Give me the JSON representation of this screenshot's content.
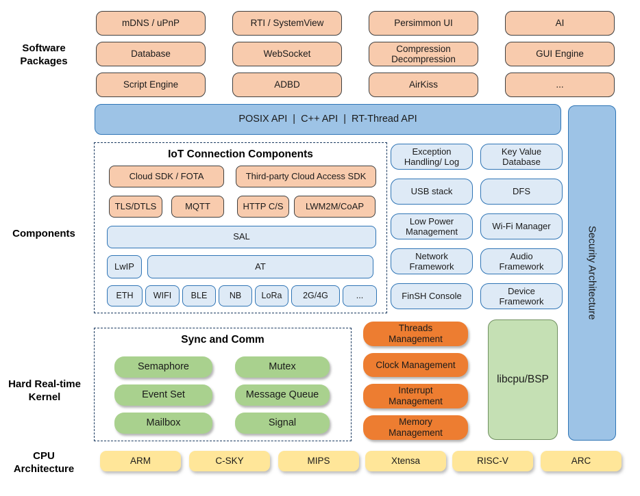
{
  "labels": {
    "software_packages": "Software\nPackages",
    "components": "Components",
    "kernel": "Hard Real-time\nKernel",
    "cpu": "CPU\nArchitecture"
  },
  "software_packages": {
    "items": [
      "mDNS / uPnP",
      "RTI / SystemView",
      "Persimmon UI",
      "AI",
      "Database",
      "WebSocket",
      "Compression\nDecompression",
      "GUI Engine",
      "Script Engine",
      "ADBD",
      "AirKiss",
      "..."
    ]
  },
  "api_bar": {
    "text": "POSIX API  |  C++ API  |  RT-Thread API"
  },
  "iot": {
    "title": "IoT Connection Components",
    "cloud_sdk": "Cloud SDK / FOTA",
    "third_party": "Third-party Cloud Access SDK",
    "protocols": [
      "TLS/DTLS",
      "MQTT",
      "HTTP C/S",
      "LWM2M/CoAP"
    ],
    "sal": "SAL",
    "lwip": "LwIP",
    "at": "AT",
    "interfaces": [
      "ETH",
      "WIFI",
      "BLE",
      "NB",
      "LoRa",
      "2G/4G",
      "..."
    ]
  },
  "system_components": {
    "items": [
      "Exception\nHandling/ Log",
      "Key Value\nDatabase",
      "USB stack",
      "DFS",
      "Low Power\nManagement",
      "Wi-Fi Manager",
      "Network\nFramework",
      "Audio\nFramework",
      "FinSH Console",
      "Device\nFramework"
    ]
  },
  "security": {
    "label": "Security Architecture"
  },
  "kernel": {
    "sync_title": "Sync and Comm",
    "sync_items": [
      "Semaphore",
      "Mutex",
      "Event Set",
      "Message Queue",
      "Mailbox",
      "Signal"
    ],
    "management_items": [
      "Threads\nManagement",
      "Clock Management",
      "Interrupt\nManagement",
      "Memory\nManagement"
    ],
    "libcpu": "libcpu/BSP"
  },
  "cpu": {
    "items": [
      "ARM",
      "C-SKY",
      "MIPS",
      "Xtensa",
      "RISC-V",
      "ARC"
    ]
  },
  "colors": {
    "package_fill": "#F8CBAD",
    "api_fill": "#9DC3E6",
    "component_fill": "#DEEAF6",
    "component_border": "#2E74B5",
    "kernel_green": "#A9D18E",
    "management_orange": "#ED7D31",
    "libcpu_green": "#C5E0B4",
    "cpu_yellow": "#FFE699",
    "dashed_border": "#17375E"
  }
}
